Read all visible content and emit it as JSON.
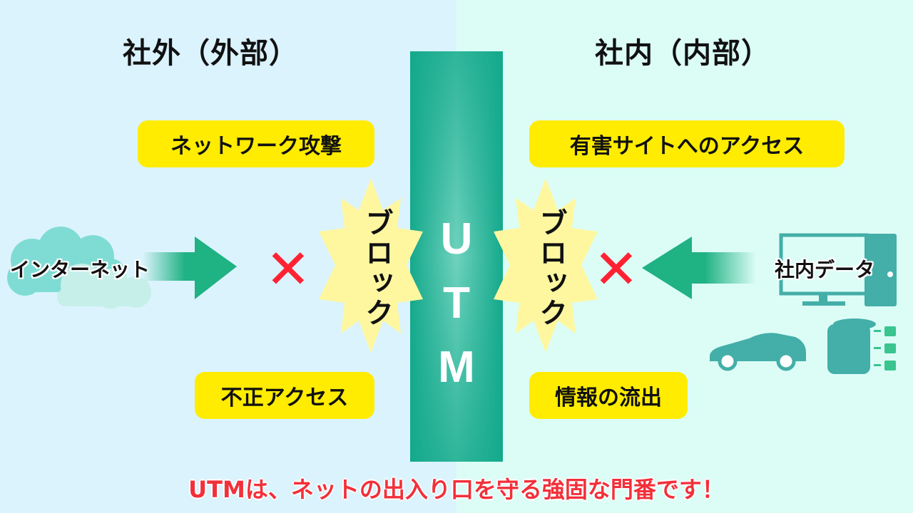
{
  "left": {
    "title": "社外（外部）",
    "tags": [
      "ネットワーク攻撃",
      "不正アクセス"
    ],
    "source_label": "インターネット",
    "block_label": "ブロック"
  },
  "right": {
    "title": "社内（内部）",
    "tags": [
      "有害サイトへのアクセス",
      "情報の流出"
    ],
    "source_label": "社内データ",
    "block_label": "ブロック"
  },
  "pillar": {
    "letters": [
      "U",
      "T",
      "M"
    ]
  },
  "footer": "UTMは、ネットの出入り口を守る強固な門番です！",
  "colors": {
    "pillar": "#14a98b",
    "tag": "#ffec00",
    "arrow": "#1fb282",
    "cross": "#f23333",
    "burst": "#fff7a0",
    "icon": "#44aea8",
    "footer": "#f2303a"
  }
}
